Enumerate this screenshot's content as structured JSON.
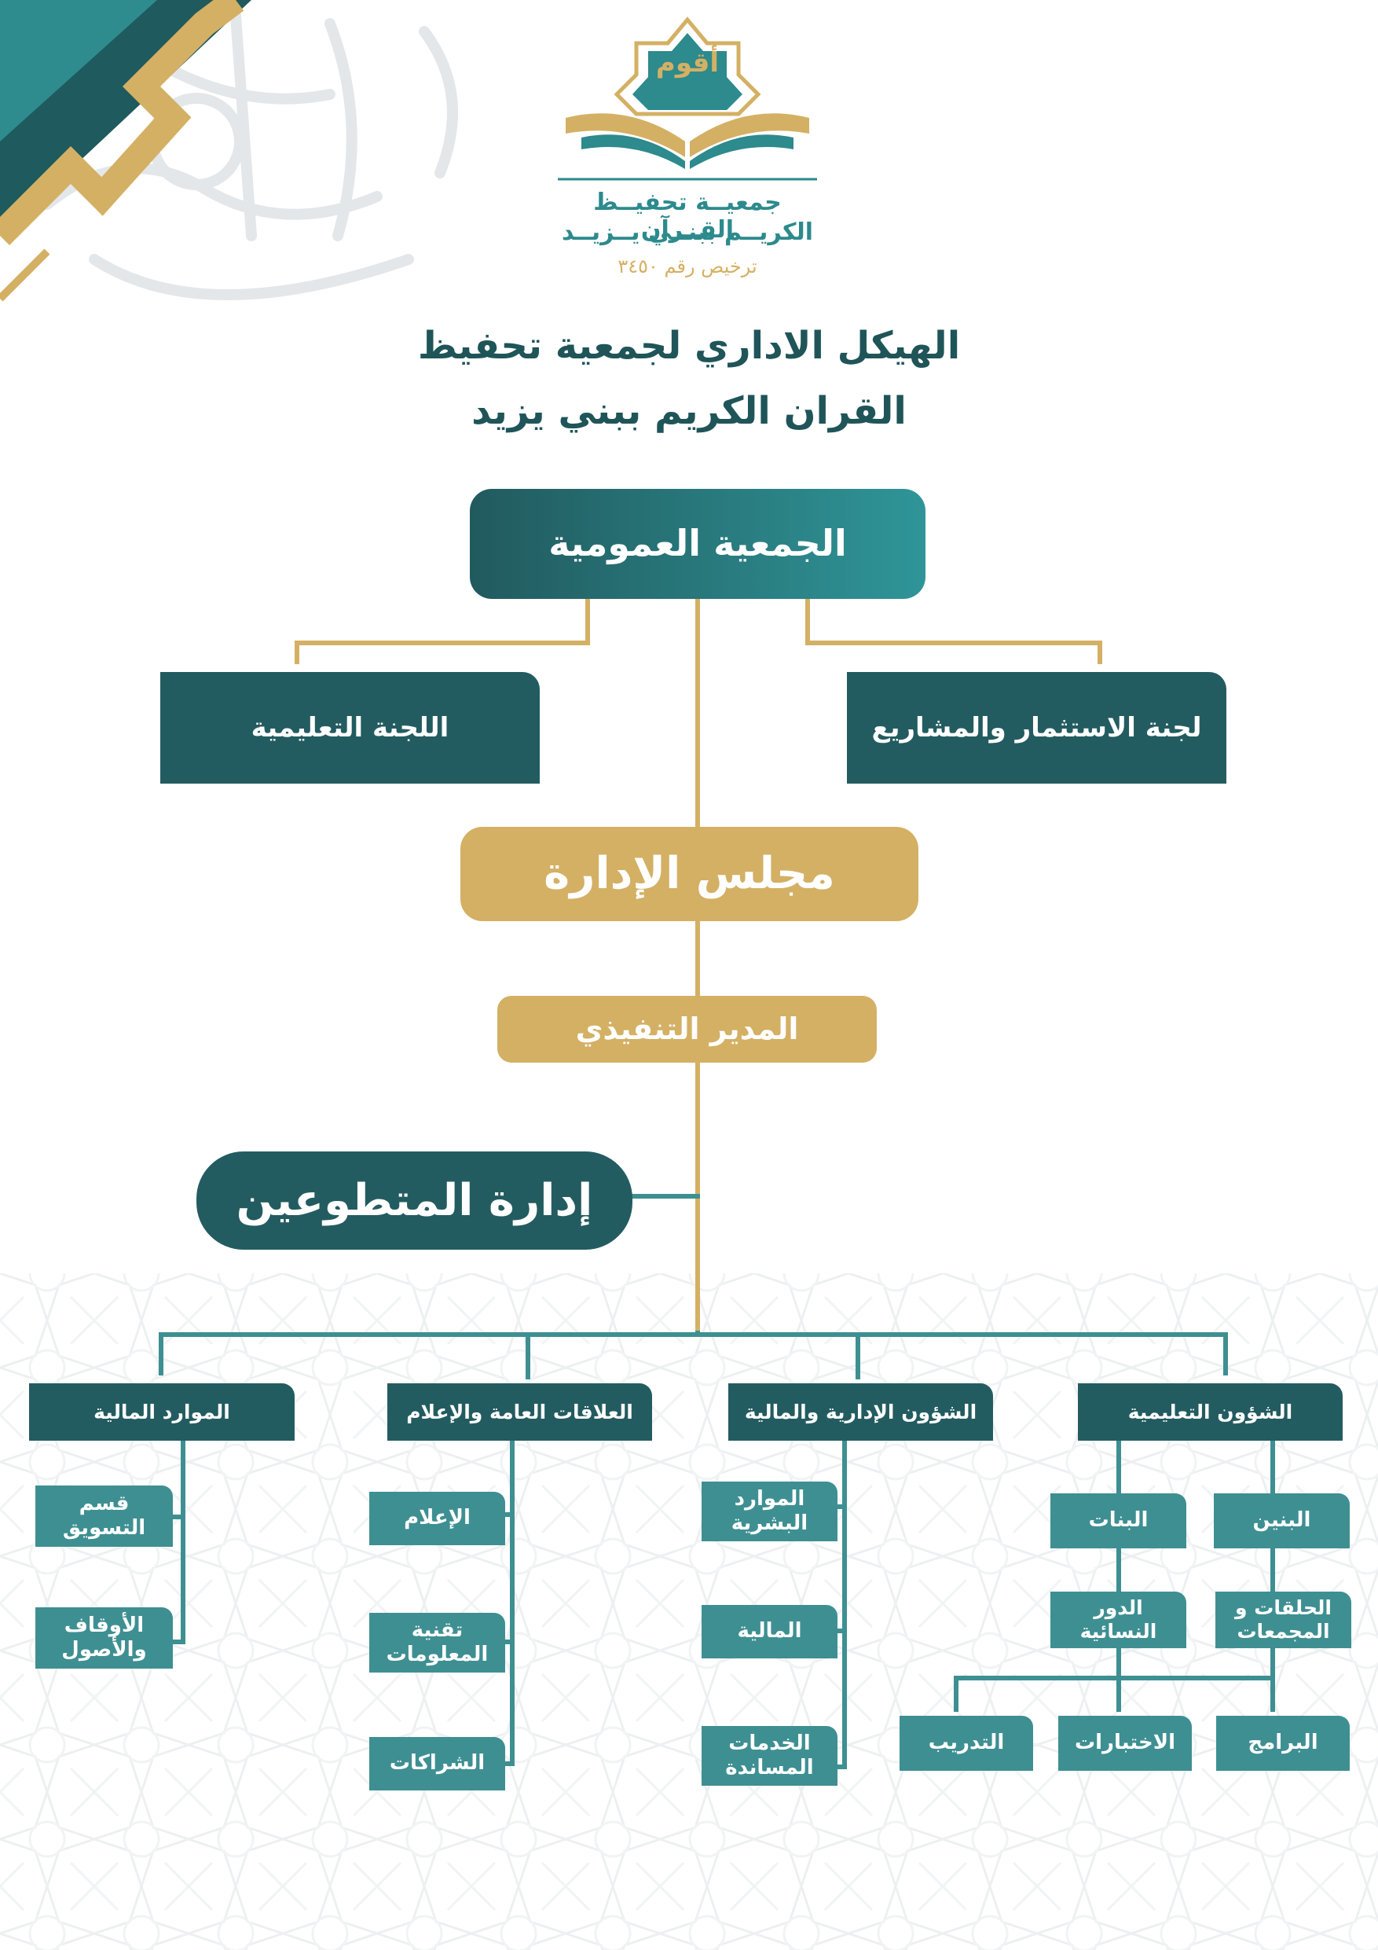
{
  "logo": {
    "emblem_text": "أقوم",
    "org_line1": "جمعيــة تحفيــظ القــرآن",
    "org_line2": "الكريــم ببنــي يــزيــد",
    "license": "ترخيص رقم ٣٤٥٠"
  },
  "title": {
    "line1": "الهيكل الاداري لجمعية تحفيظ",
    "line2": "القران الكريم ببني يزيد"
  },
  "nodes": {
    "general_assembly": "الجمعية العمومية",
    "education_committee": "اللجنة التعليمية",
    "investment_committee": "لجنة الاستثمار والمشاريع",
    "board": "مجلس الإدارة",
    "executive_director": "المدير التنفيذي",
    "volunteers": "إدارة المتطوعين",
    "financial_resources": "الموارد المالية",
    "public_relations": "العلاقات العامة والإعلام",
    "admin_finance": "الشؤون الإدارية والمالية",
    "educational_affairs": "الشؤون التعليمية",
    "marketing": "قسم التسويق",
    "endowments": "الأوقاف والأصول",
    "media": "الإعلام",
    "it": "تقنية المعلومات",
    "partnerships": "الشراكات",
    "hr": "الموارد البشرية",
    "finance": "المالية",
    "support_services": "الخدمات المساندة",
    "boys": "البنين",
    "girls": "البنات",
    "circles": "الحلقات و المجمعات",
    "women_houses": "الدور النسائية",
    "programs": "البرامج",
    "exams": "الاختبارات",
    "training": "التدريب"
  },
  "colors": {
    "dark_teal": "#235c60",
    "bright_teal": "#2f9598",
    "gold": "#d4b064",
    "light_teal": "#3e8f92",
    "title": "#1f5558"
  }
}
